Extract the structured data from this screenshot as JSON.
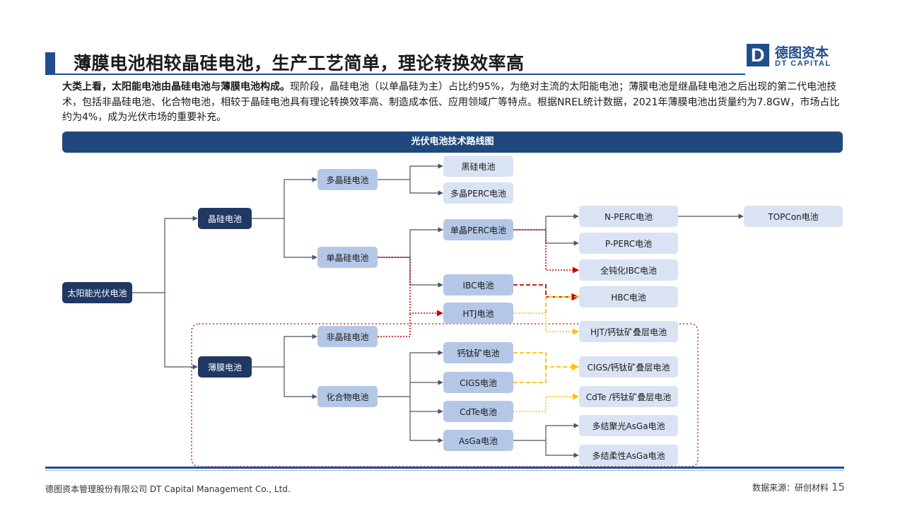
{
  "header": {
    "title": "薄膜电池相较晶硅电池，生产工艺简单，理论转换效率高",
    "logo_mark": "D",
    "logo_cn": "德图资本",
    "logo_en": "DT CAPITAL"
  },
  "intro": {
    "bold": "大类上看，太阳能电池由晶硅电池与薄膜电池构成。",
    "text": "现阶段，晶硅电池（以单晶硅为主）占比约95%，为绝对主流的太阳能电池；薄膜电池是继晶硅电池之后出现的第二代电池技术，包括非晶硅电池、化合物电池，相较于晶硅电池具有理论转换效率高、制造成本低、应用领域广等特点。根据NREL统计数据，2021年薄膜电池出货量约为7.8GW，市场占比约为4%，成为光伏市场的重要补充。"
  },
  "banner": "光伏电池技术路线图",
  "nodes": {
    "solar": "太阳能光伏电池",
    "crystal": "晶硅电池",
    "film": "薄膜电池",
    "poly": "多晶硅电池",
    "mono": "单晶硅电池",
    "amorph": "非晶硅电池",
    "compound": "化合物电池",
    "black": "黑硅电池",
    "poly_perc": "多晶PERC电池",
    "mono_perc": "单晶PERC电池",
    "ibc": "IBC电池",
    "htj": "HTJ电池",
    "perov": "钙钛矿电池",
    "cigs": "CIGS电池",
    "cdte": "CdTe电池",
    "asga": "AsGa电池",
    "nperc": "N-PERC电池",
    "pperc": "P-PERC电池",
    "passiv_ibc": "全钝化IBC电池",
    "hbc": "HBC电池",
    "hjt_tandem": "HJT/钙钛矿叠层电池",
    "cigs_tandem": "CIGS/钙钛矿叠层电池",
    "cdte_tandem": "CdTe /钙钛矿叠层电池",
    "asga_conc": "多结聚光AsGa电池",
    "asga_flex": "多结柔性AsGa电池",
    "topcon": "TOPCon电池"
  },
  "colors": {
    "primary": "#1f4e8c",
    "banner": "#1f497d",
    "node_dark": "#203864",
    "node_light": "#b4c7e7",
    "node_pale": "#dae3f3",
    "line": "#4a5566",
    "red_dotted": "#c00000",
    "yellow_dashed": "#ffc000"
  },
  "footer": {
    "company": "德图资本管理股份有限公司 DT Capital Management Co., Ltd.",
    "source": "数据来源：研创材料",
    "page": "15"
  }
}
